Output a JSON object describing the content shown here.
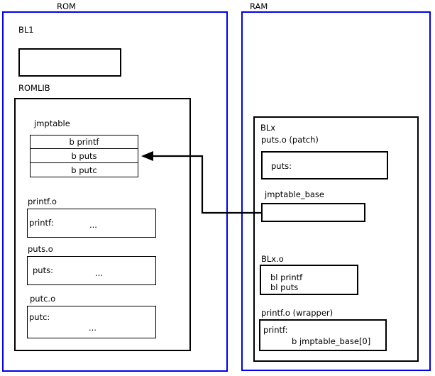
{
  "diagram": {
    "regions": [
      {
        "key": "rom",
        "title": "ROM"
      },
      {
        "key": "ram",
        "title": "RAM"
      }
    ],
    "rom": {
      "bl1_label": "BL1",
      "romlib_label": "ROMLIB",
      "jmptable_label": "jmptable",
      "jmptable_rows": [
        "b printf",
        "b puts",
        "b putc"
      ],
      "sections": [
        {
          "label": "printf.o",
          "symbol": "printf:",
          "body": "..."
        },
        {
          "label": "puts.o",
          "symbol": "puts:",
          "body": "..."
        },
        {
          "label": "putc.o",
          "symbol": "putc:",
          "body": "..."
        }
      ]
    },
    "ram": {
      "blx_label": "BLx",
      "patch_label": "puts.o (patch)",
      "patch_symbol": "puts:",
      "jmptable_base_label": "jmptable_base",
      "blxo_label": "BLx.o",
      "blxo_code_line1": "bl printf",
      "blxo_code_line2": "bl puts",
      "wrapper_label": "printf.o (wrapper)",
      "wrapper_symbol": "printf:",
      "wrapper_branch": "b jmptable_base[0]"
    },
    "connector": {
      "name": "jmptable-base-to-b-puts-arrow",
      "description": "arrow from jmptable_base in RAM to the 'b puts' entry of jmptable in ROM"
    },
    "colors": {
      "region_border": "#0000ee",
      "box_border": "#000000",
      "text": "#000000",
      "background": "#ffffff"
    }
  }
}
